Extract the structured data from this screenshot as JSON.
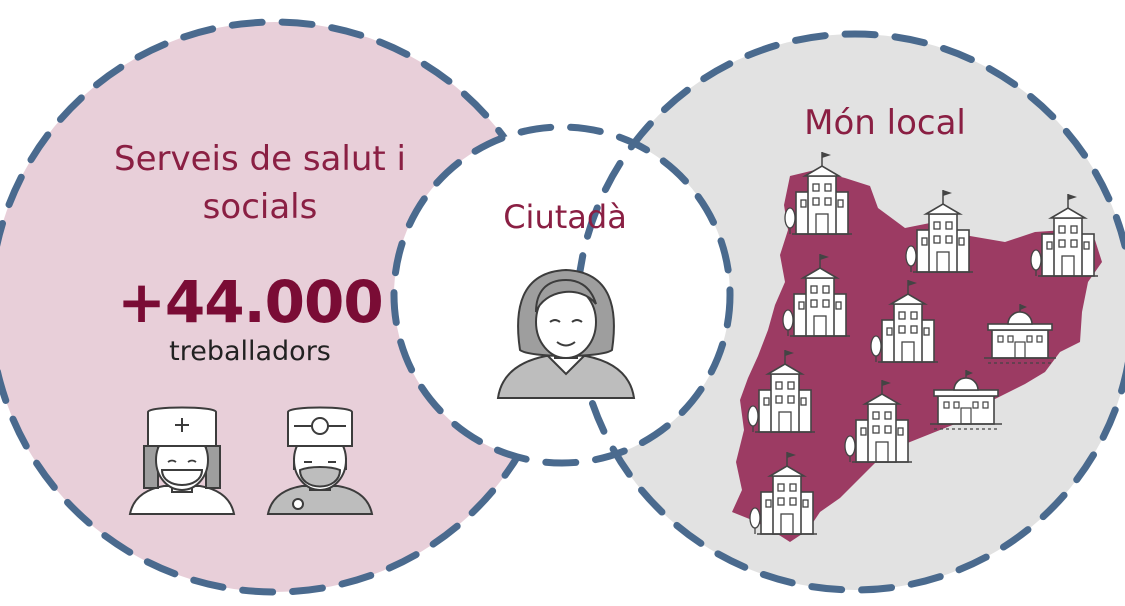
{
  "left_circle": {
    "title": "Serveis de salut i socials",
    "stat_value": "+44.000",
    "stat_label": "treballadors",
    "fill_color": "#e8cfd9",
    "icons": [
      "nurse-icon",
      "doctor-icon"
    ]
  },
  "center_circle": {
    "title": "Ciutadà",
    "fill_color": "#ffffff",
    "icons": [
      "citizen-woman-icon"
    ]
  },
  "right_circle": {
    "title": "Món local",
    "fill_color": "#e2e2e2",
    "map_color": "#9c3b63",
    "icons": [
      "catalonia-map-icon",
      "town-hall-icon"
    ]
  },
  "colors": {
    "dashed_border": "#4a6a8e",
    "accent_text": "#8a1f43",
    "stat_text": "#7a0c35",
    "icon_gray": "#b5b5b5",
    "icon_dark": "#444444"
  }
}
